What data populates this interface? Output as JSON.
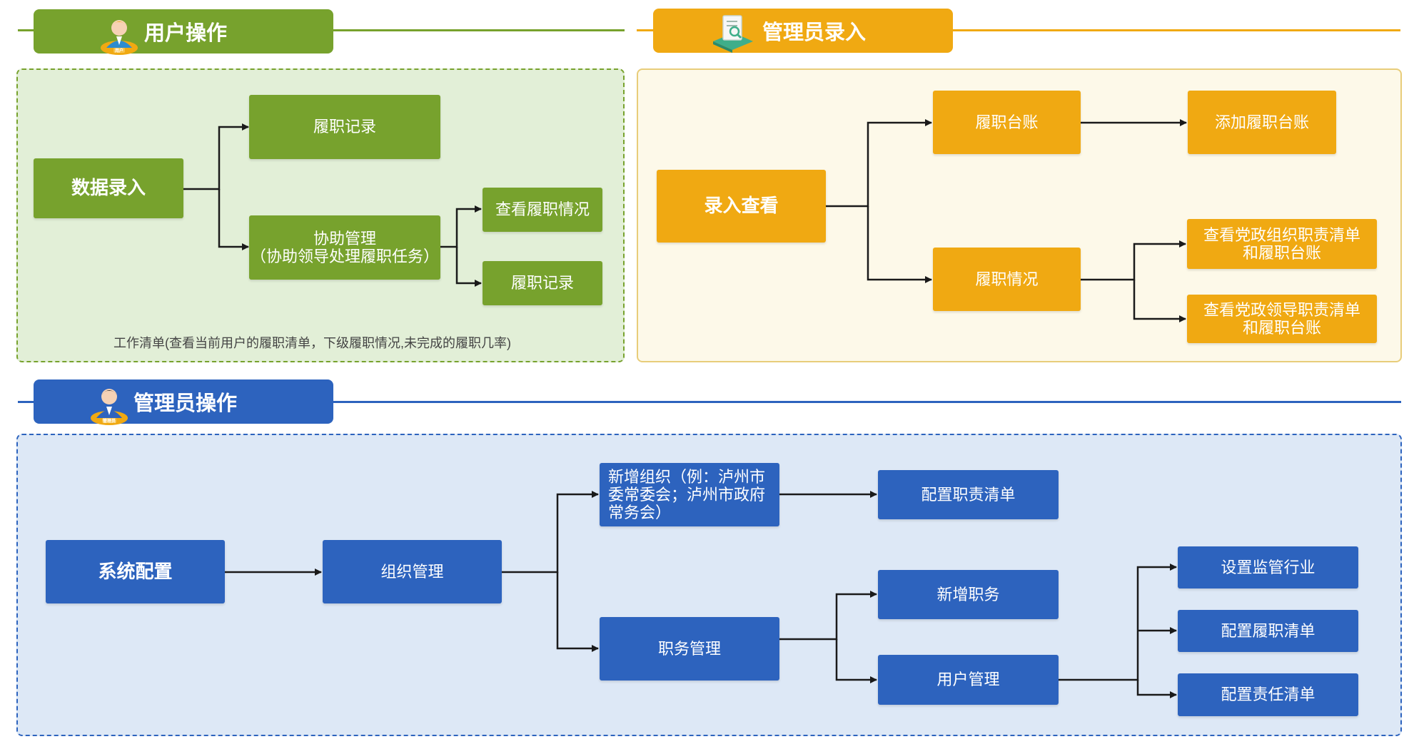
{
  "colors": {
    "green": "#77a22d",
    "orange": "#f0a912",
    "blue": "#2d63be"
  },
  "sections": {
    "user_ops": {
      "title": "用户操作",
      "icon": "user-avatar-icon",
      "icon_badge": "用户",
      "nodes": {
        "data_entry": "数据录入",
        "duty_record": "履职记录",
        "assist_manage": "协助管理\n（协助领导处理履职任务）",
        "view_duty_status": "查看履职情况",
        "duty_record_2": "履职记录"
      },
      "note": "工作清单(查看当前用户的履职清单，下级履职情况,未完成的履职几率)"
    },
    "admin_entry": {
      "title": "管理员录入",
      "icon": "document-search-icon",
      "nodes": {
        "entry_view": "录入查看",
        "duty_ledger": "履职台账",
        "add_duty_ledger": "添加履职台账",
        "duty_status": "履职情况",
        "view_org_list": "查看党政组织职责清单\n和履职台账",
        "view_leader_list": "查看党政领导职责清单\n和履职台账"
      }
    },
    "admin_ops": {
      "title": "管理员操作",
      "icon": "admin-avatar-icon",
      "icon_badge": "管理员",
      "nodes": {
        "system_config": "系统配置",
        "org_manage": "组织管理",
        "add_org": "新增组织（例：泸州市\n委常委会；泸州市政府\n常务会）",
        "config_duty_list": "配置职责清单",
        "post_manage": "职务管理",
        "add_post": "新增职务",
        "user_manage": "用户管理",
        "set_regulated_industry": "设置监管行业",
        "config_performance_list": "配置履职清单",
        "config_responsibility_list": "配置责任清单"
      }
    }
  }
}
